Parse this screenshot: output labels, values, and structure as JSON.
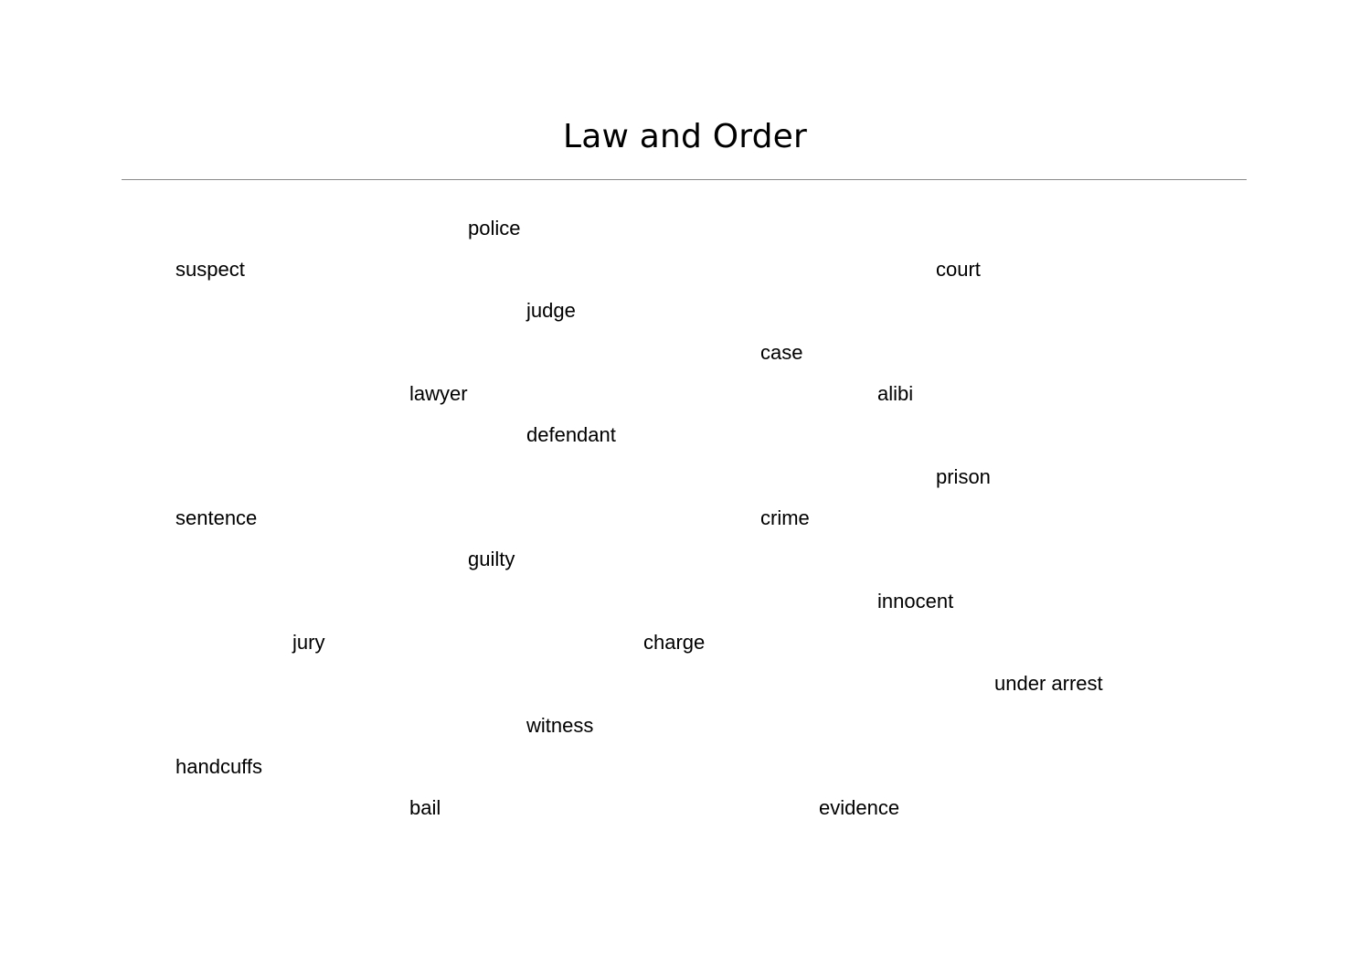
{
  "title": "Law and Order",
  "words": [
    "police",
    "suspect",
    "court",
    "judge",
    "case",
    "lawyer",
    "alibi",
    "defendant",
    "prison",
    "sentence",
    "crime",
    "guilty",
    "innocent",
    "jury",
    "charge",
    "under arrest",
    "witness",
    "handcuffs",
    "bail",
    "evidence"
  ],
  "colors": {
    "text": "#000000",
    "rule": "#8a8a8a",
    "background": "#ffffff"
  }
}
